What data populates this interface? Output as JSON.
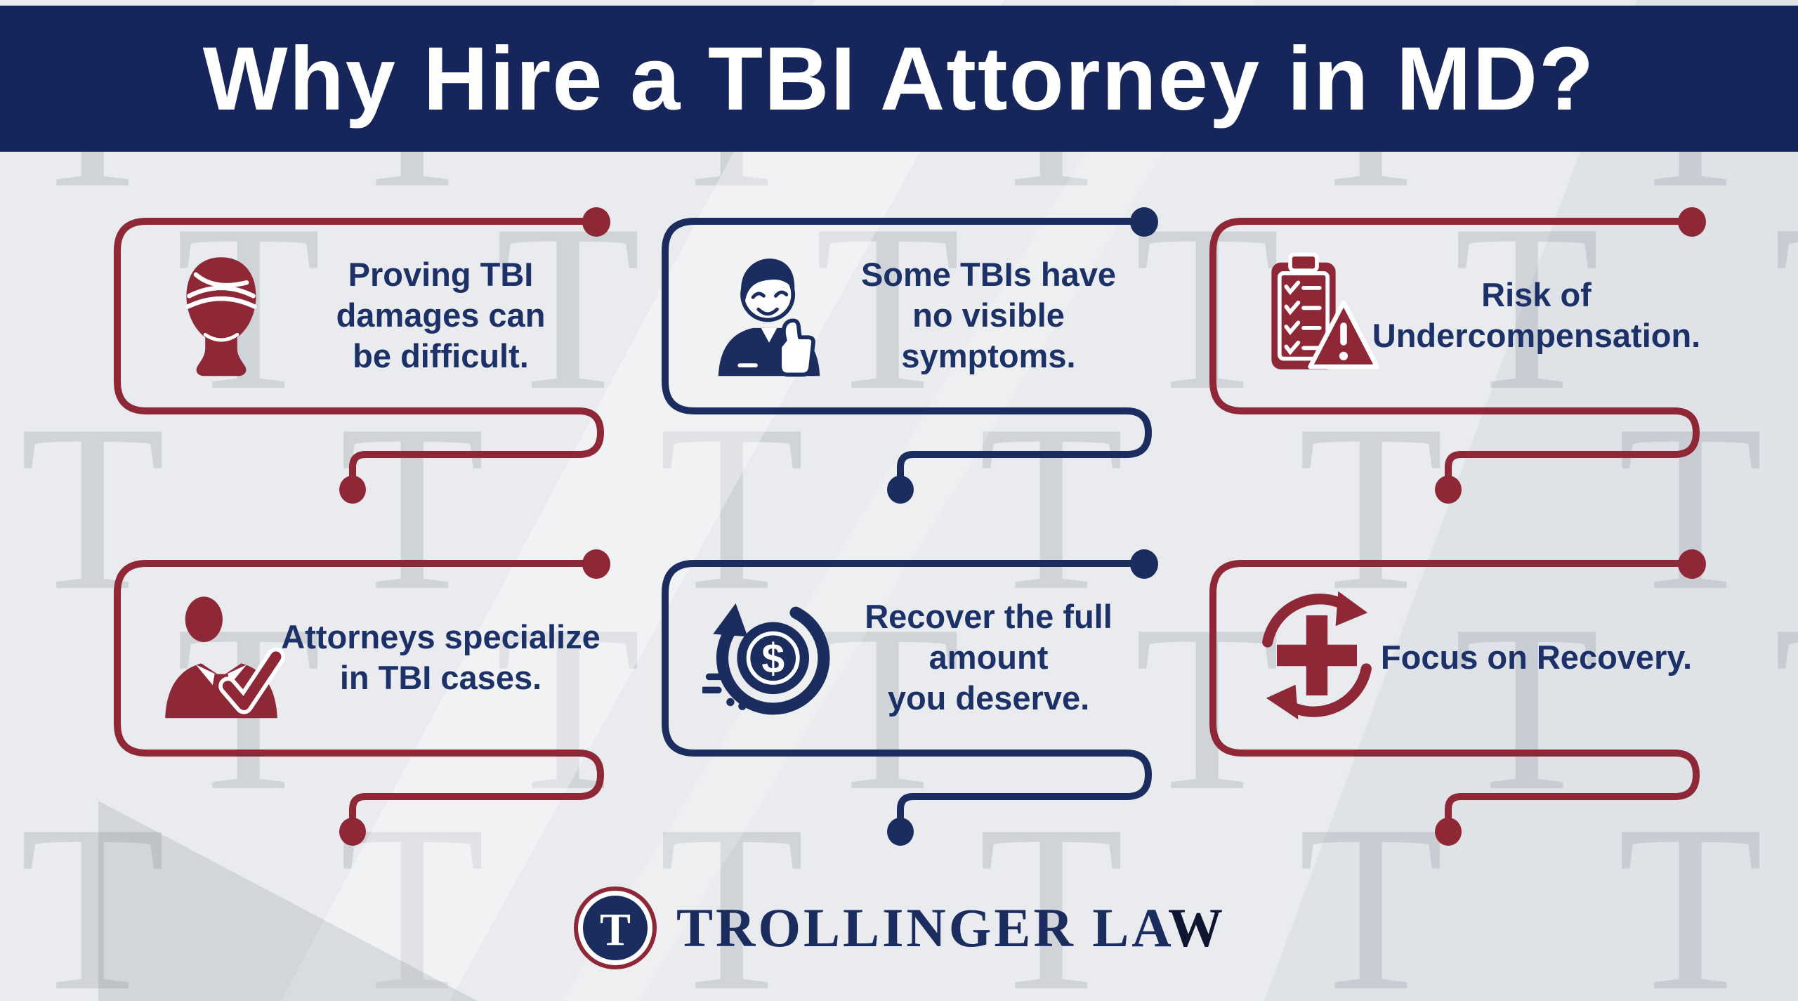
{
  "page": {
    "title": "Why Hire a TBI Attorney in MD?"
  },
  "theme": {
    "header_bg": "#17265A",
    "navy": "#1B2C5F",
    "maroon": "#8E2736",
    "text_navy": "#1C3167",
    "background": "#E9EBEE",
    "white": "#FFFFFF",
    "brand_last_letter_color": "#0E1530"
  },
  "cards": [
    {
      "id": "proving-tbi-damages",
      "color": "maroon",
      "icon": "bandaged-head-icon",
      "lines": [
        "Proving TBI",
        "damages can",
        "be difficult."
      ]
    },
    {
      "id": "no-visible-symptoms",
      "color": "navy",
      "icon": "thumbs-up-person-icon",
      "lines": [
        "Some TBIs have",
        "no visible",
        "symptoms."
      ]
    },
    {
      "id": "risk-of-undercompensation",
      "color": "maroon",
      "icon": "checklist-warning-icon",
      "lines": [
        "Risk of",
        "Undercompensation."
      ]
    },
    {
      "id": "attorneys-specialize",
      "color": "maroon",
      "icon": "attorney-check-icon",
      "lines": [
        "Attorneys specialize",
        "in TBI cases."
      ]
    },
    {
      "id": "recover-full-amount",
      "color": "navy",
      "icon": "dollar-refresh-icon",
      "lines": [
        "Recover the full",
        "amount",
        "you deserve."
      ]
    },
    {
      "id": "focus-on-recovery",
      "color": "maroon",
      "icon": "recovery-cross-icon",
      "lines": [
        "Focus on Recovery."
      ]
    }
  ],
  "footer": {
    "logo_initial": "T",
    "brand_name": "TROLLINGER LAW"
  },
  "background": {
    "watermark_glyph": "T"
  }
}
